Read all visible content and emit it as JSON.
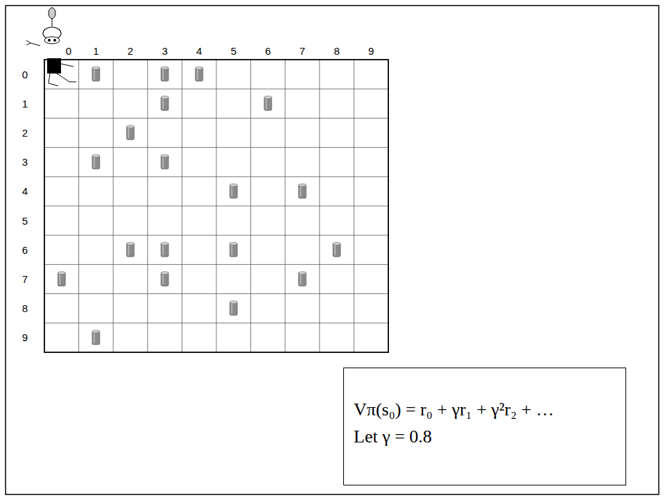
{
  "diagram": {
    "nodes": [
      {
        "text": [
          "Vπ(s₀) = r₀ + γr₁ + γ²r₂ + …",
          "Let γ = 0.8"
        ]
      }
    ],
    "labels": [
      "0",
      "1",
      "2",
      "3",
      "4",
      "5",
      "6",
      "7",
      "8",
      "9",
      "0",
      "1",
      "2",
      "3",
      "4",
      "5",
      "6",
      "7",
      "8",
      "9"
    ]
  }
}
